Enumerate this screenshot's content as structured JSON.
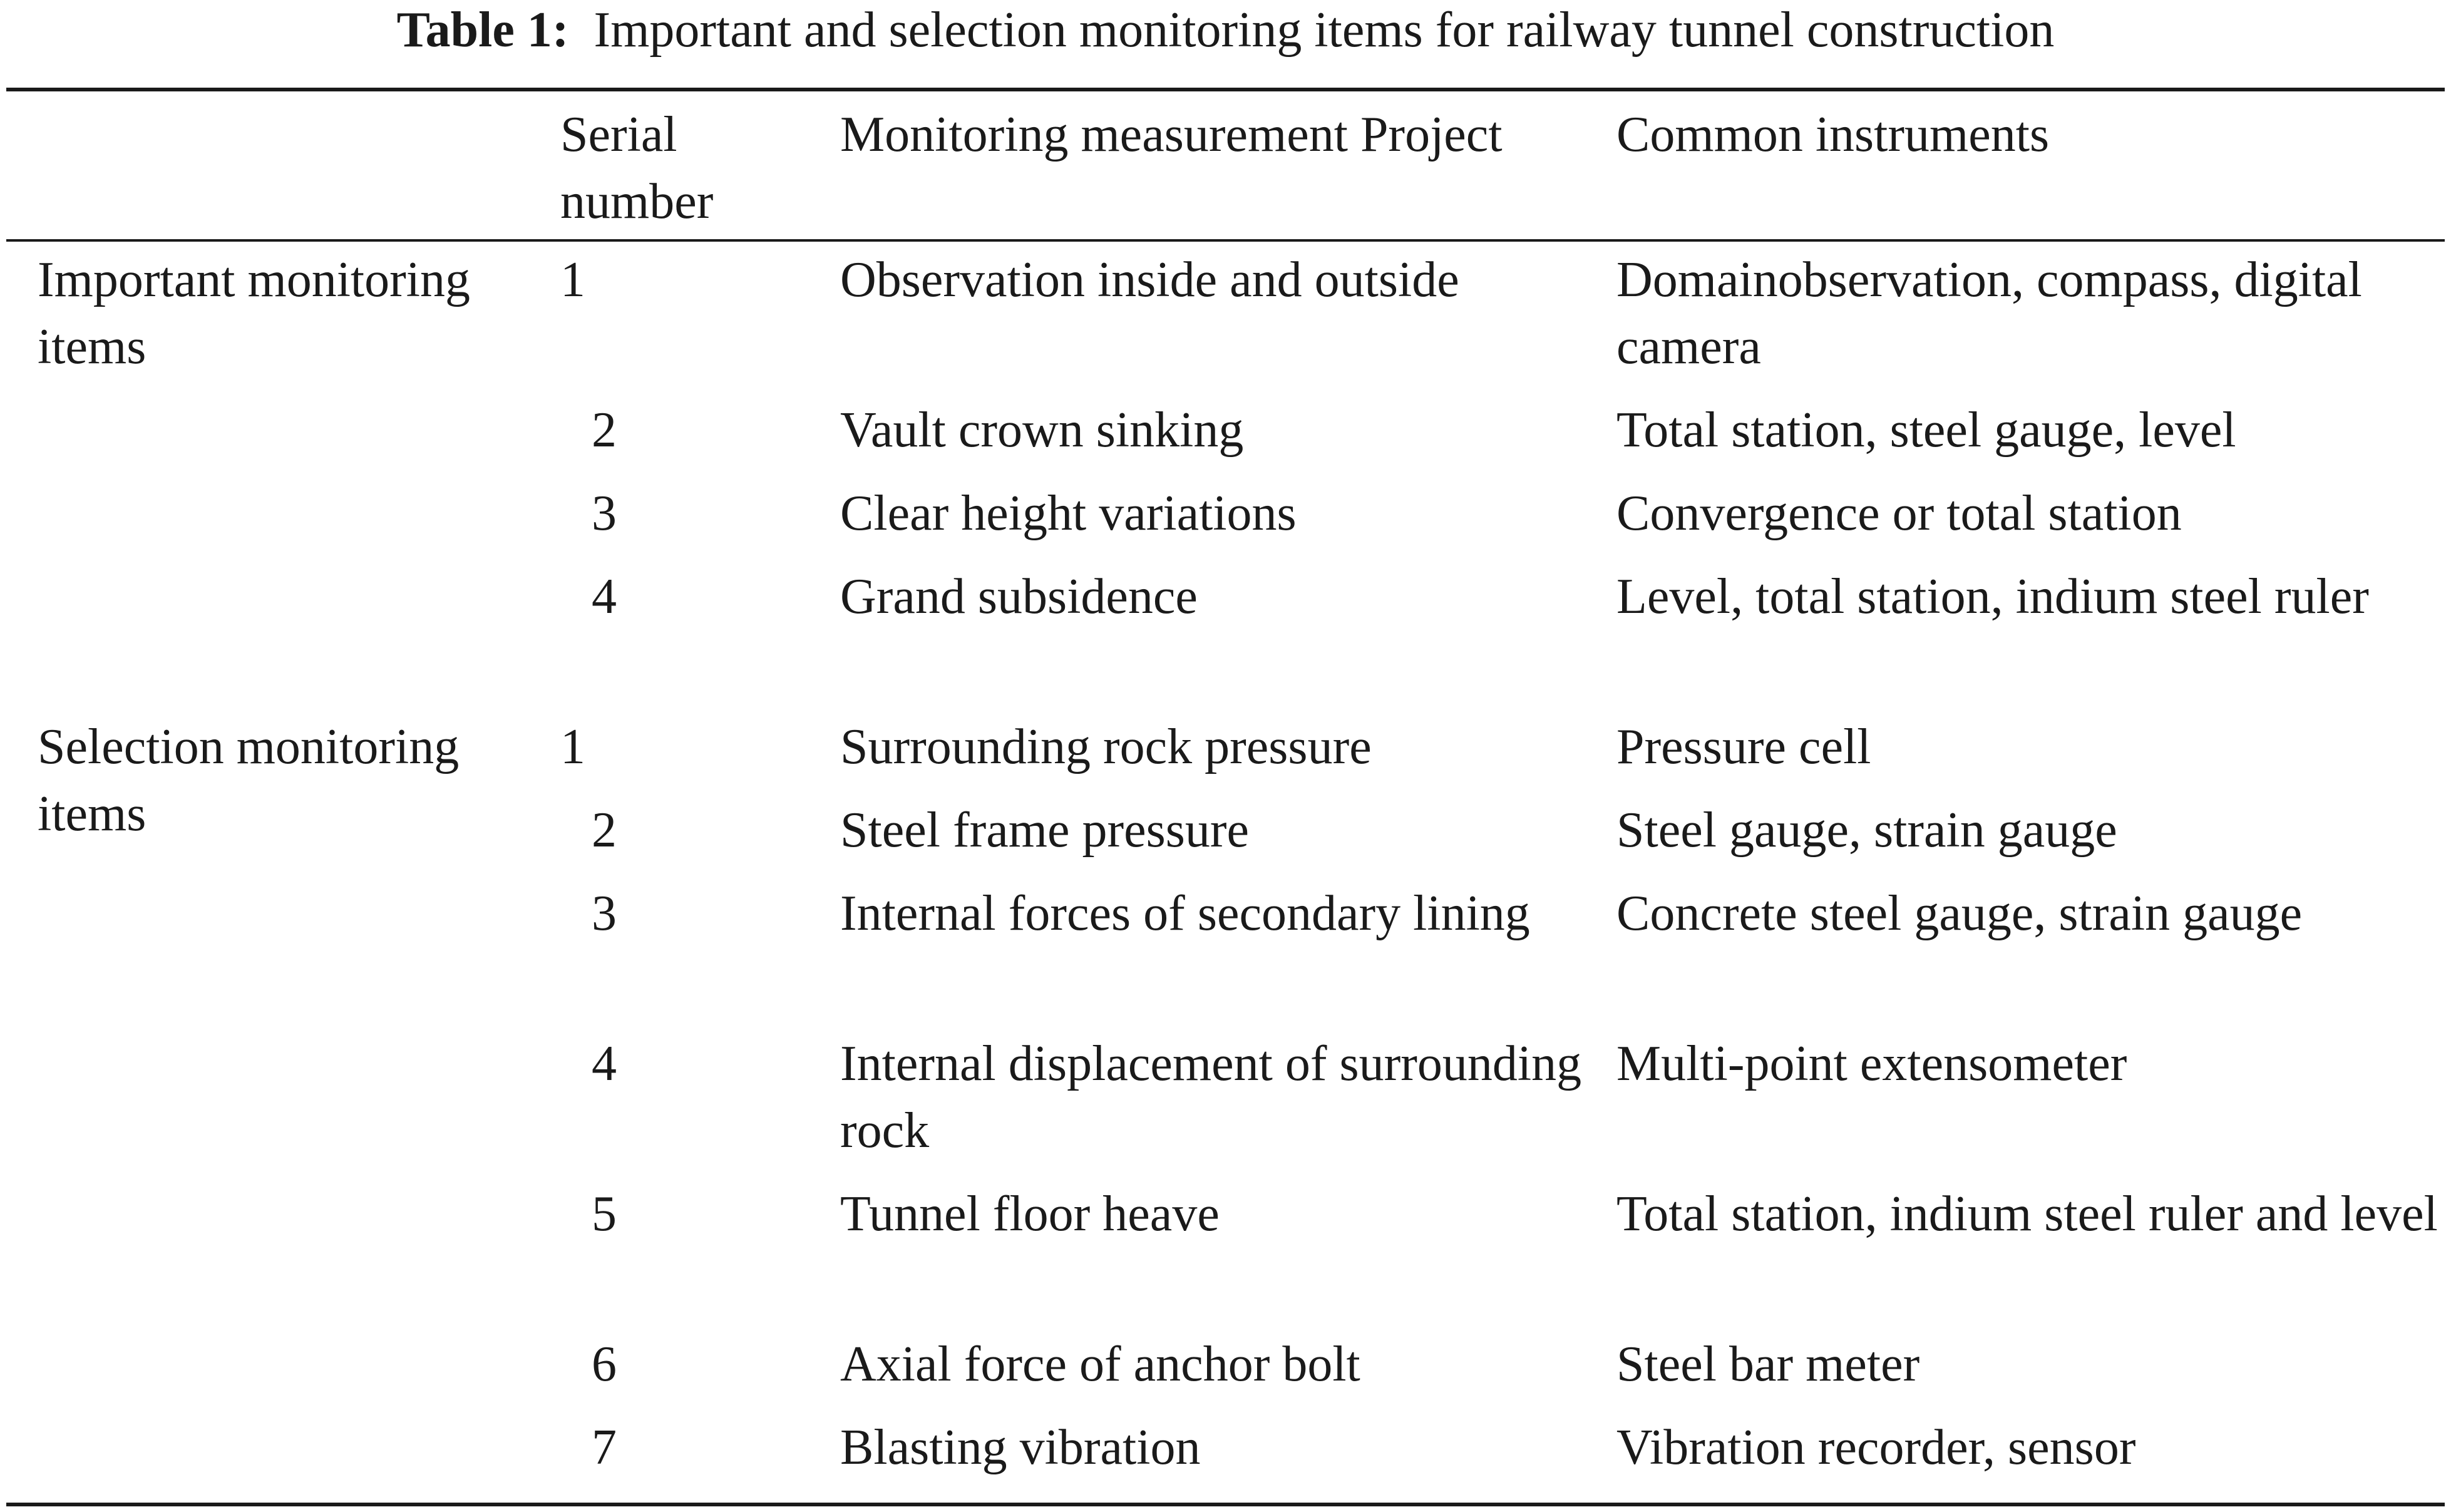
{
  "caption": {
    "label": "Table 1:",
    "text": "Important and selection monitoring items for railway tunnel construction"
  },
  "table": {
    "headers": [
      "",
      "Serial number",
      "Monitoring measurement Project",
      "Common instruments"
    ],
    "groups": [
      {
        "name": "Important monitoring items",
        "rows": [
          {
            "serial": "1",
            "project": "Observation inside and outside",
            "instruments": "Domainobservation, compass, digital camera"
          },
          {
            "serial": "2",
            "project": "Vault crown sinking",
            "instruments": "Total station, steel gauge, level"
          },
          {
            "serial": "3",
            "project": "Clear height variations",
            "instruments": "Convergence or total station"
          },
          {
            "serial": "4",
            "project": "Grand subsidence",
            "instruments": "Level, total station, indium steel ruler"
          }
        ]
      },
      {
        "name": "Selection monitoring items",
        "rows": [
          {
            "serial": "1",
            "project": "Surrounding rock pressure",
            "instruments": "Pressure cell"
          },
          {
            "serial": "2",
            "project": "Steel frame pressure",
            "instruments": "Steel gauge, strain gauge"
          },
          {
            "serial": "3",
            "project": "Internal forces of secondary lining",
            "instruments": "Concrete steel gauge, strain gauge"
          },
          {
            "serial": "4",
            "project": "Internal displacement of surrounding rock",
            "instruments": "Multi-point extensometer"
          },
          {
            "serial": "5",
            "project": "Tunnel floor heave",
            "instruments": "Total station, indium steel ruler and level"
          },
          {
            "serial": "6",
            "project": "Axial force of anchor bolt",
            "instruments": "Steel bar meter"
          },
          {
            "serial": "7",
            "project": "Blasting vibration",
            "instruments": "Vibration recorder, sensor"
          }
        ]
      }
    ]
  }
}
